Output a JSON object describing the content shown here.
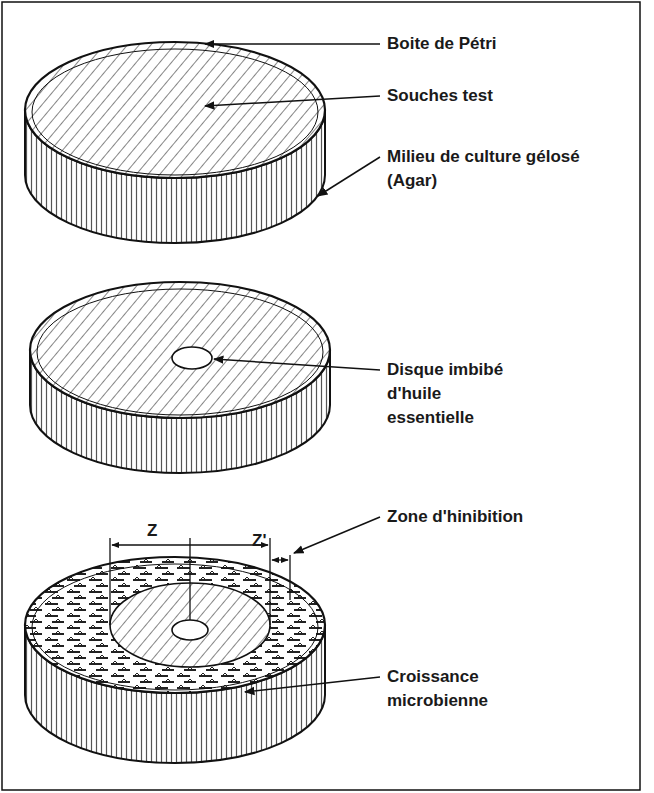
{
  "diagram": {
    "labels": [
      "Boite de Pétri",
      "Souches test",
      "Milieu de culture gélosé (Agar)",
      "Disque imbibé d'huile essentielle",
      "Z",
      "Z'",
      "Zone d'hinibition",
      "Croissance microbienne"
    ]
  }
}
